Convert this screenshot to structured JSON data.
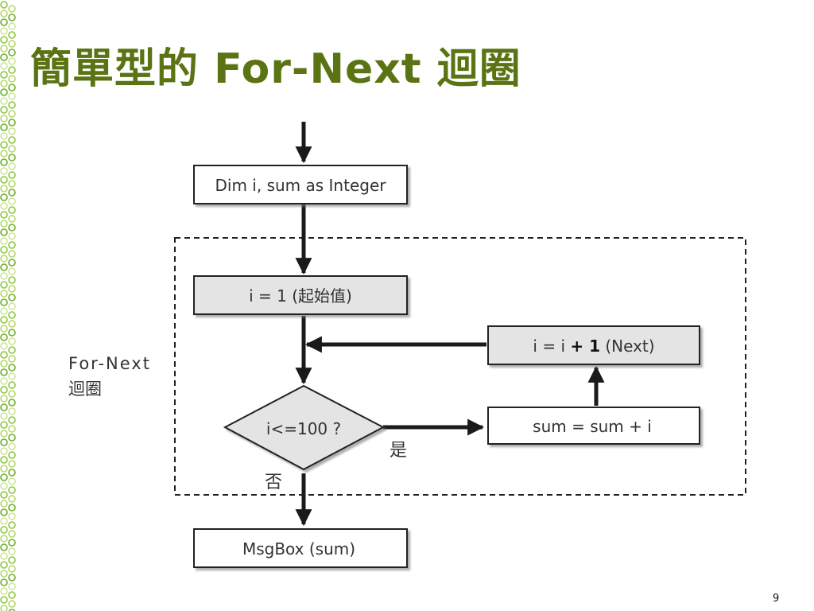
{
  "slide": {
    "title": "簡單型的 For-Next 迴圈",
    "page_number": "9",
    "accent_color": "#5a7413"
  },
  "flowchart": {
    "declare_box": "Dim i, sum as Integer",
    "init_box": "i = 1 (起始值)",
    "next_box": {
      "before": "i = i ",
      "bold": "+ 1",
      "after": " (Next)"
    },
    "condition": "i<=100 ?",
    "sum_box": "sum = sum + i",
    "yes_label": "是",
    "no_label": "否",
    "output_box": "MsgBox (sum)",
    "loop_label_line1": "For-Next",
    "loop_label_line2": "迴圈"
  }
}
